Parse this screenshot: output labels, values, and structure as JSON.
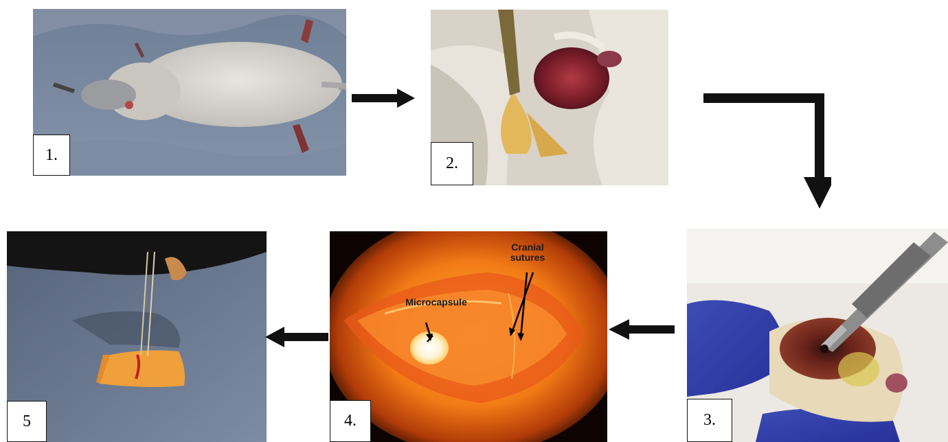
{
  "steps": [
    {
      "label": "1.",
      "description": "anesthetized-rat"
    },
    {
      "label": "2.",
      "description": "scalp-incision"
    },
    {
      "label": "3.",
      "description": "cranial-drilling"
    },
    {
      "label": "4.",
      "description": "microcapsule-implant"
    },
    {
      "label": "5",
      "description": "wound-suturing"
    }
  ],
  "annotations": {
    "microcapsule": "Microcapsule",
    "cranial_sutures_line1": "Cranial",
    "cranial_sutures_line2": "sutures"
  },
  "colors": {
    "arrow": "#111111",
    "label_border": "#111111",
    "annotation_text": "#1a1a1a"
  },
  "flow": [
    "1.",
    "2.",
    "3.",
    "4.",
    "5"
  ]
}
